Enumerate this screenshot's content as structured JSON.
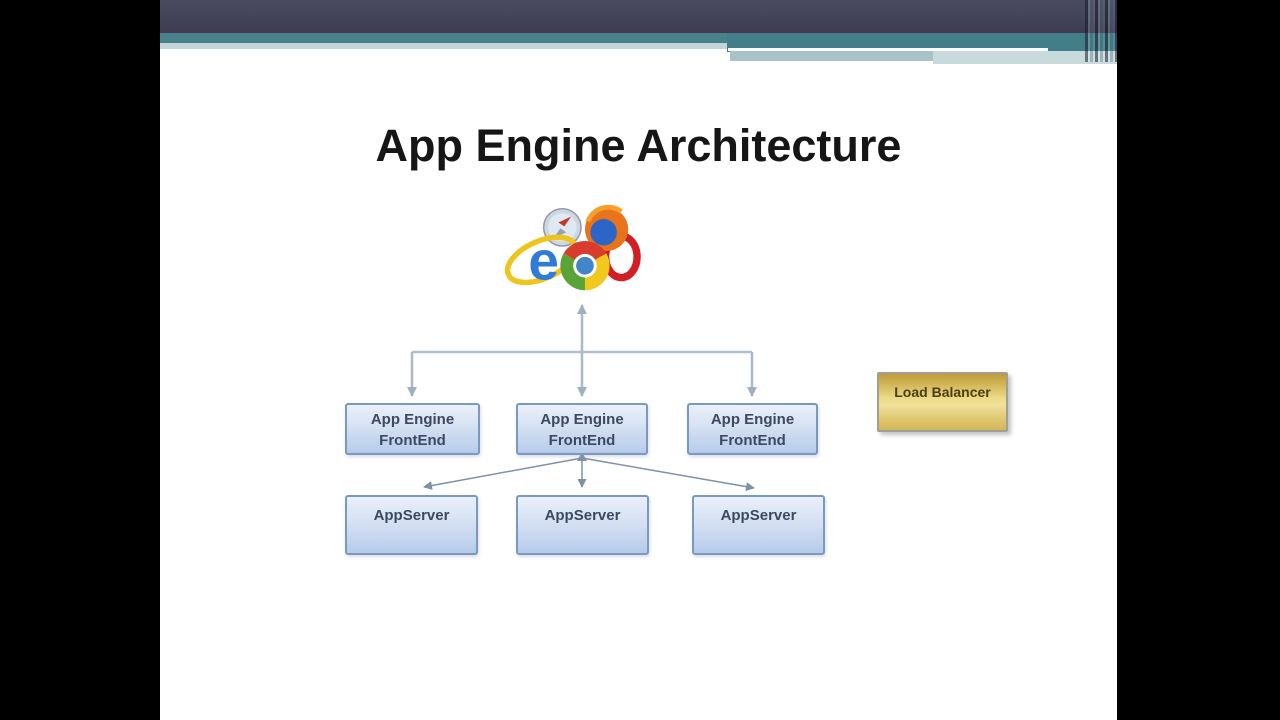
{
  "slide": {
    "title": "App Engine Architecture",
    "diagram": {
      "client_icons": [
        "safari-icon",
        "opera-icon",
        "firefox-icon",
        "internet-explorer-icon",
        "chrome-icon"
      ],
      "frontend_nodes": [
        {
          "line1": "App Engine",
          "line2": "FrontEnd"
        },
        {
          "line1": "App Engine",
          "line2": "FrontEnd"
        },
        {
          "line1": "App Engine",
          "line2": "FrontEnd"
        }
      ],
      "appserver_nodes": [
        {
          "label": "AppServer"
        },
        {
          "label": "AppServer"
        },
        {
          "label": "AppServer"
        }
      ],
      "load_balancer": {
        "label": "Load Balancer"
      }
    }
  },
  "colors": {
    "header_dark": "#434459",
    "header_teal": "#47828b",
    "header_pale": "#c4d3da",
    "node_border_blue": "#7b99c0",
    "node_fill_blue_top": "#eaf0f9",
    "node_fill_blue_bottom": "#b6cbea",
    "node_text": "#3d4961",
    "connector_line": "#aab8c8",
    "fan_line": "#7e91a8",
    "load_balancer_gold": "#ead985",
    "load_balancer_border": "#a09f96",
    "load_balancer_text": "#4c3d12",
    "letterbox": "#000000"
  }
}
